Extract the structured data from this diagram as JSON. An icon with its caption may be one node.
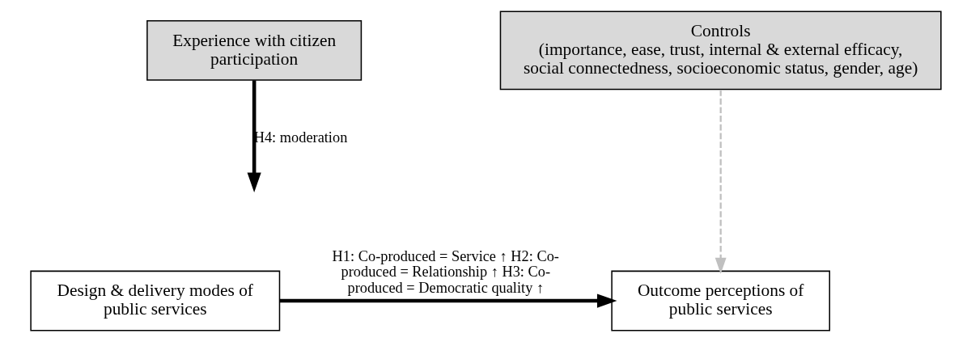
{
  "diagram": {
    "nodes": [
      {
        "text": [
          "Experience with citizen participation"
        ]
      },
      {
        "text": [
          "Controls",
          "(importance, ease, trust, internal & external efficacy, social connectedness, socioeconomic status, gender, age)"
        ]
      },
      {
        "text": [
          "Design & delivery modes of public services"
        ]
      },
      {
        "text": [
          "Outcome perceptions of public services"
        ]
      }
    ],
    "edges": [
      {
        "from": 2,
        "to": 3,
        "arrow": "to",
        "label": "H1: Co-produced = Service ↑ H2: Co-produced = Relationship ↑ H3: Co-produced = Democratic quality ↑"
      },
      {
        "from": 0,
        "to": null,
        "arrow": "to",
        "label": "H4: moderation"
      },
      {
        "from": 1,
        "to": 3,
        "arrow": "to",
        "style": "dashed",
        "color": "#c0c0c0"
      }
    ]
  }
}
